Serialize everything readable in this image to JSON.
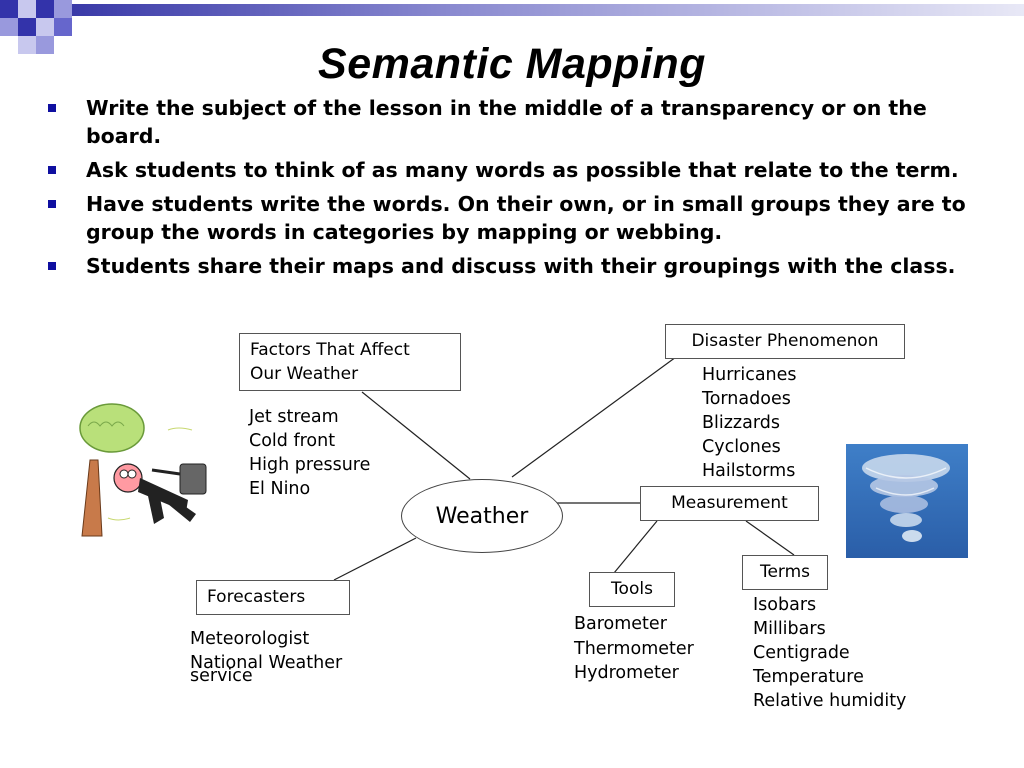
{
  "slide": {
    "title": "Semantic Mapping",
    "bullets": [
      "Write the subject of the lesson in the middle of a transparency or on the board.",
      "Ask students to think of as many words as possible that relate to the term.",
      "Have students write the words. On their own, or in small groups they are to group the words in categories by mapping or webbing.",
      "Students share their maps and discuss with their groupings with the class."
    ]
  },
  "map": {
    "center": "Weather",
    "factors": {
      "heading_line1": "Factors That Affect",
      "heading_line2": "Our Weather",
      "items": [
        "Jet stream",
        "Cold front",
        "High pressure",
        "El Nino"
      ]
    },
    "disaster": {
      "heading": "Disaster Phenomenon",
      "items": [
        "Hurricanes",
        "Tornadoes",
        "Blizzards",
        "Cyclones",
        "Hailstorms"
      ]
    },
    "measurement": {
      "heading": "Measurement"
    },
    "forecasters": {
      "heading": "Forecasters",
      "items": [
        "Meteorologist",
        "National Weather",
        "service"
      ]
    },
    "tools": {
      "heading": "Tools",
      "items": [
        "Barometer",
        "Thermometer",
        "Hydrometer"
      ]
    },
    "terms": {
      "heading": "Terms",
      "items": [
        "Isobars",
        "Millibars",
        "Centigrade",
        "Temperature",
        "Relative humidity"
      ]
    }
  },
  "images": {
    "left_clipart": "man-blown-by-wind-clipart",
    "right_clipart": "tornado-image"
  }
}
